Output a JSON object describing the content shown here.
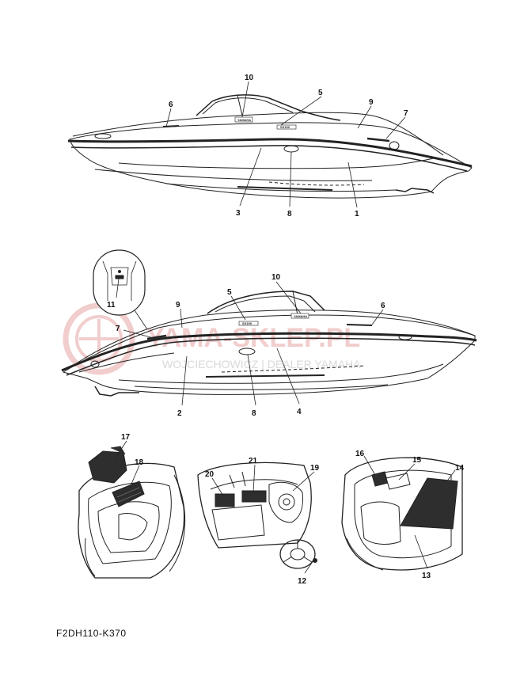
{
  "diagram_code": "F2DH110-K370",
  "watermark": {
    "brand": "YAMA-SKLEP.PL",
    "sub": "WOJCIECHOWICZ | DEALER YAMAHA"
  },
  "decals": {
    "brand": "YAMAHA",
    "model": "SX190"
  },
  "callouts": [
    "1",
    "2",
    "3",
    "4",
    "5",
    "6",
    "7",
    "8",
    "9",
    "10",
    "11",
    "12",
    "13",
    "14",
    "15",
    "16",
    "17",
    "18",
    "19",
    "20",
    "21"
  ],
  "colors": {
    "line": "#222222",
    "mat": "#2e2e2e",
    "watermark": "#e7a5a5"
  }
}
